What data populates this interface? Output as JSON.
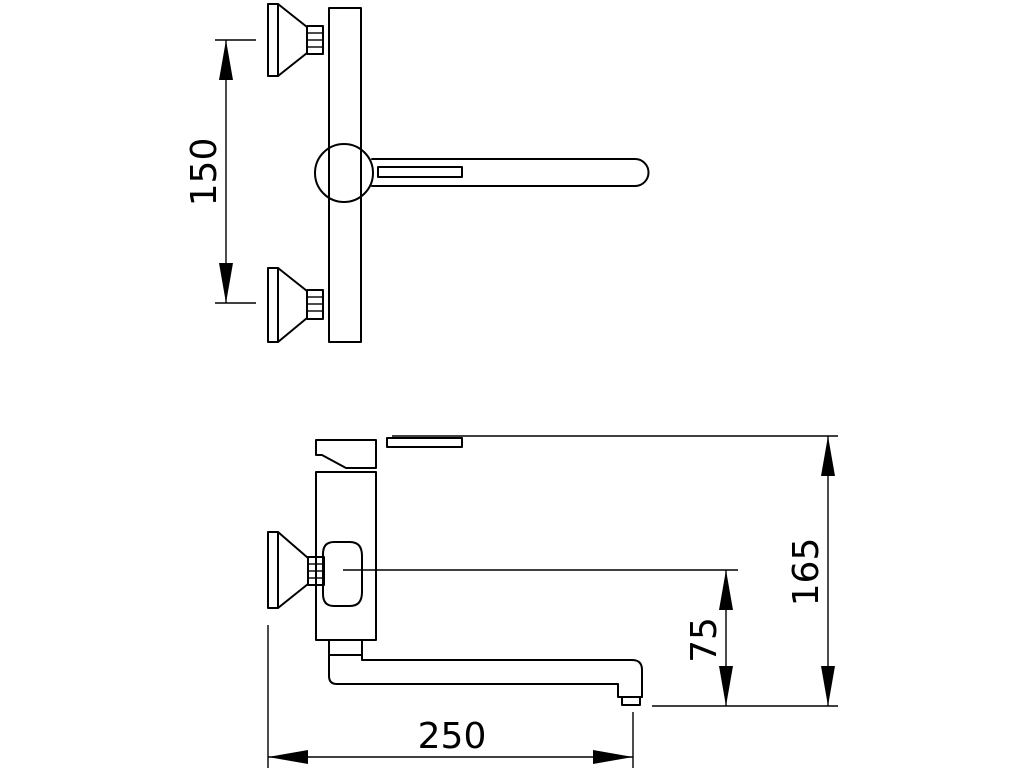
{
  "dimensions": {
    "handle_spacing": "150",
    "total_height": "165",
    "spout_height": "75",
    "spout_reach": "250"
  }
}
